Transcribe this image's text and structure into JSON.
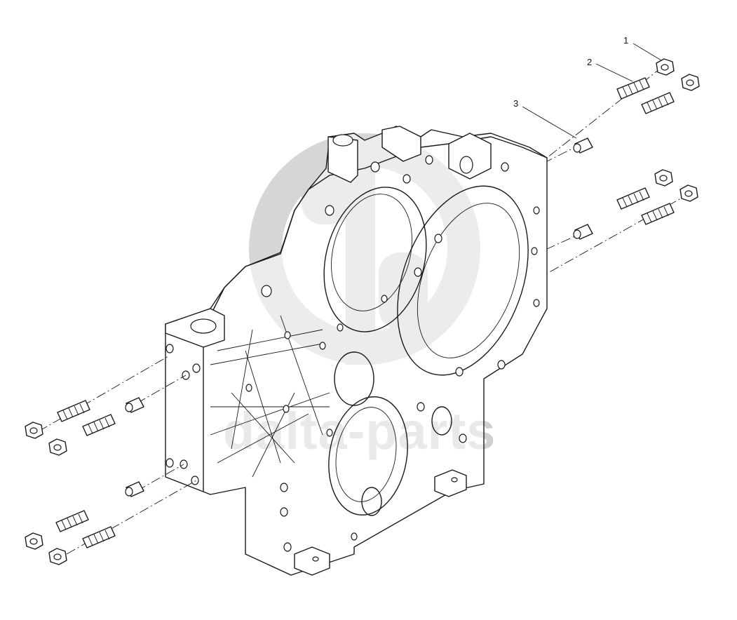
{
  "callouts": [
    {
      "number": "1"
    },
    {
      "number": "2"
    },
    {
      "number": "3"
    }
  ],
  "watermark": {
    "text": "dalta-parts",
    "color": "#cfcfcf"
  }
}
